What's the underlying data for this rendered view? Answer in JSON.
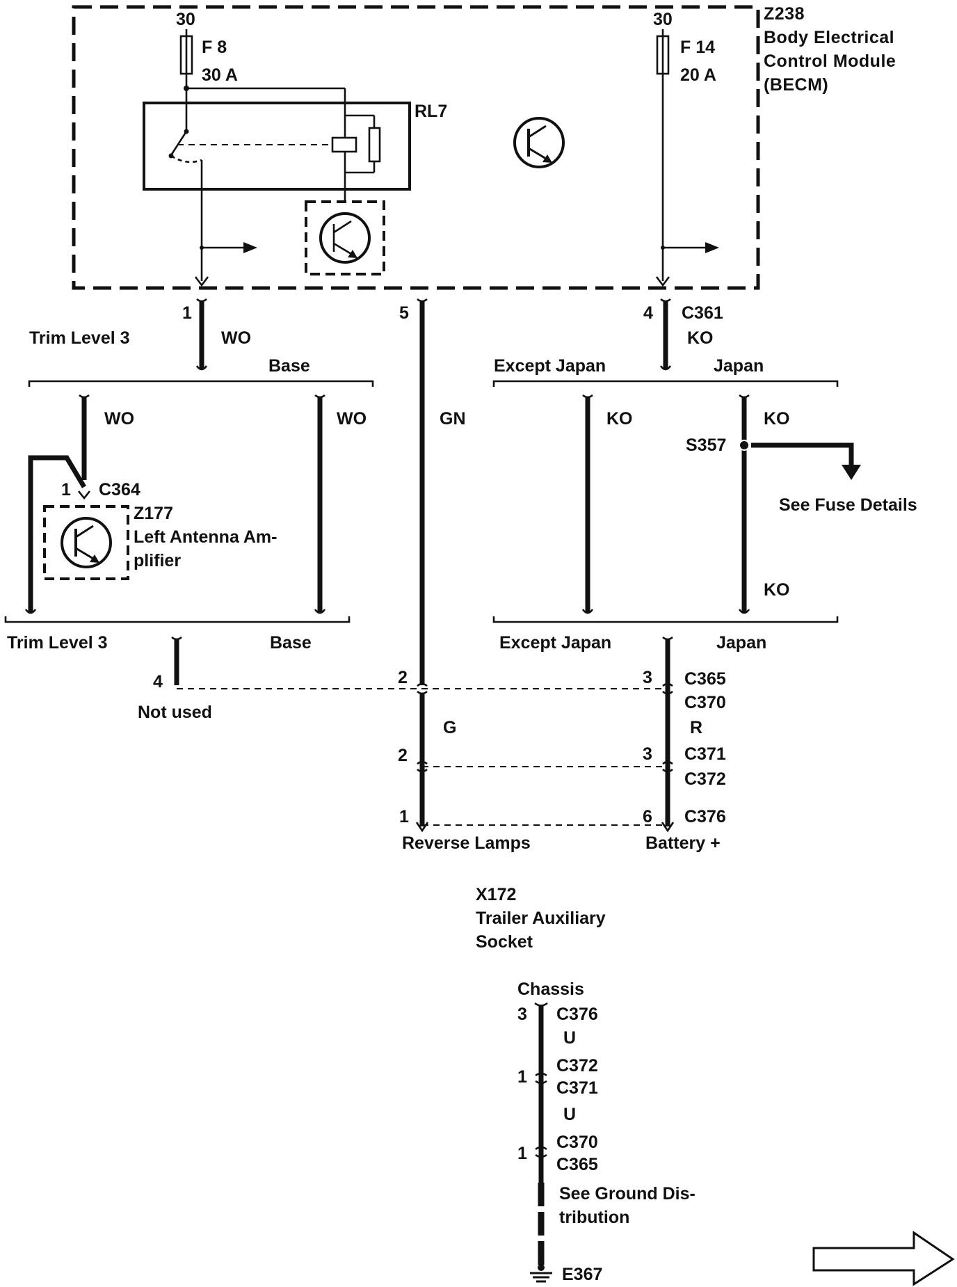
{
  "becm": {
    "ref": "Z238",
    "name_line1": "Body Electrical",
    "name_line2": "Control Module",
    "name_line3": "(BECM)",
    "fuse_left_supply": "30",
    "fuse_left_id": "F 8",
    "fuse_left_rating": "30 A",
    "fuse_right_supply": "30",
    "fuse_right_id": "F 14",
    "fuse_right_rating": "20 A",
    "relay": "RL7"
  },
  "harness": {
    "pin1": "1",
    "pin5": "5",
    "pin4": "4",
    "connector_c361": "C361",
    "trim_level_top": "Trim Level 3",
    "wire_wo_top": "WO",
    "base_top": "Base",
    "wire_ko_top": "KO",
    "except_japan_top": "Except Japan",
    "japan_top": "Japan",
    "wire_wo_left": "WO",
    "wire_wo_right": "WO",
    "wire_gn": "GN",
    "wire_ko_except": "KO",
    "wire_ko_japan": "KO",
    "splice_s357": "S357",
    "see_fuse_details": "See Fuse Details",
    "wire_ko_japan_bottom": "KO"
  },
  "antenna": {
    "pin": "1",
    "connector": "C364",
    "ref": "Z177",
    "name_line1": "Left Antenna Am-",
    "name_line2": "plifier"
  },
  "lower": {
    "trim_level_bottom": "Trim Level 3",
    "base_bottom": "Base",
    "except_japan_bottom": "Except Japan",
    "japan_bottom": "Japan",
    "pin4_bottom": "4",
    "not_used": "Not used",
    "pin2_a": "2",
    "pin3_a": "3",
    "connector_c365": "C365",
    "connector_c370": "C370",
    "wire_g": "G",
    "wire_r": "R",
    "pin2_b": "2",
    "pin3_b": "3",
    "connector_c371": "C371",
    "connector_c372": "C372",
    "pin1_c": "1",
    "pin6_c": "6",
    "connector_c376": "C376",
    "reverse_lamps": "Reverse Lamps",
    "battery_plus": "Battery +"
  },
  "socket": {
    "ref": "X172",
    "name_line1": "Trailer Auxiliary",
    "name_line2": "Socket"
  },
  "ground": {
    "chassis": "Chassis",
    "pin3": "3",
    "connector_c376": "C376",
    "wire_u1": "U",
    "pin1_a": "1",
    "connector_c372": "C372",
    "connector_c371": "C371",
    "wire_u2": "U",
    "pin1_b": "1",
    "connector_c370": "C370",
    "connector_c365": "C365",
    "see_ground_line1": "See Ground Dis-",
    "see_ground_line2": "tribution",
    "ground_point": "E367"
  }
}
